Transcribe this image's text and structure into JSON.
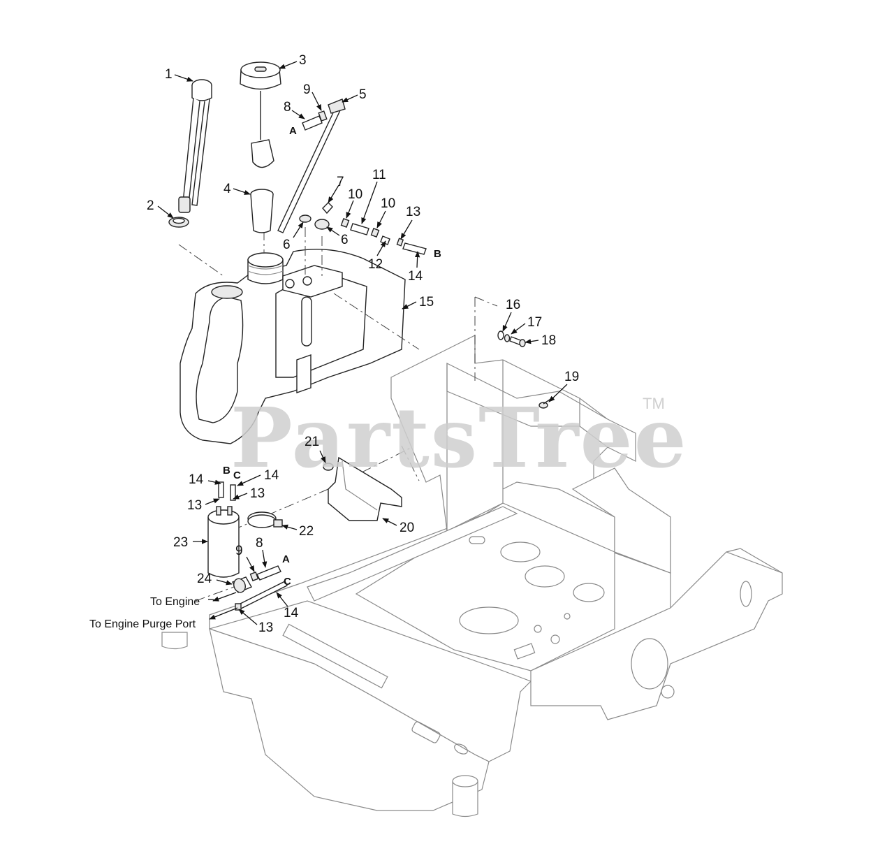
{
  "watermark": {
    "text": "PartsTree",
    "trademark": "TM"
  },
  "callouts": [
    "1",
    "2",
    "3",
    "4",
    "5",
    "6",
    "6",
    "7",
    "8",
    "9",
    "10",
    "10",
    "11",
    "12",
    "13",
    "14",
    "15",
    "16",
    "17",
    "18",
    "19",
    "20",
    "21",
    "22",
    "23",
    "24",
    "14",
    "14",
    "13",
    "13",
    "9",
    "8",
    "14",
    "13"
  ],
  "connection_letters": [
    "A",
    "B",
    "B",
    "C",
    "A",
    "C"
  ],
  "notes": {
    "to_engine": "To Engine",
    "to_engine_purge_port": "To Engine Purge Port"
  },
  "colors": {
    "watermark": "#cfcfcf",
    "line": "#222222",
    "frame": "#8a8a8a"
  }
}
